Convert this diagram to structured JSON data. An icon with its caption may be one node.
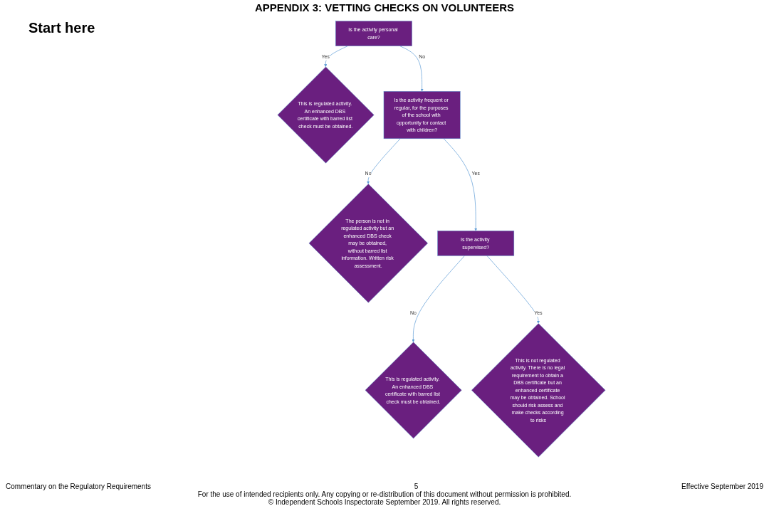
{
  "diagram": {
    "title": "APPENDIX 3: VETTING CHECKS ON VOLUNTEERS",
    "nodes": [
      {
        "text": [
          "Is the activity personal care?"
        ]
      },
      {
        "text": [
          "This is regulated activity. An enhanced DBS certificate with barred list check must be obtained."
        ]
      },
      {
        "text": [
          "Is the activity frequent or regular, for the purposes of the school with opportunity for contact with children?"
        ]
      },
      {
        "text": [
          "The person is not in regulated activity but an enhanced DBS check may be obtained, without barred list information. Written risk assessment."
        ]
      },
      {
        "text": [
          "Is the activity supervised?"
        ]
      },
      {
        "text": [
          "This is regulated activity. An enhanced DBS certificate with barred list check must be obtained."
        ]
      },
      {
        "text": [
          "This is not regulated activity. There is no legal requirement to obtain a DBS certificate but an enhanced certificate may be obtained. School should risk assess and make checks according to risks"
        ]
      }
    ],
    "edges": [
      {
        "from": 0,
        "to": 1,
        "label": "Yes",
        "arrow": "to"
      },
      {
        "from": 0,
        "to": 2,
        "label": "No",
        "arrow": "to"
      },
      {
        "from": 2,
        "to": 3,
        "label": "No",
        "arrow": "to"
      },
      {
        "from": 2,
        "to": 4,
        "label": "Yes",
        "arrow": "to"
      },
      {
        "from": 4,
        "to": 5,
        "label": "No",
        "arrow": "to"
      },
      {
        "from": 4,
        "to": 6,
        "label": "Yes",
        "arrow": "to"
      }
    ],
    "labels": [
      "Start here",
      "Commentary on the Regulatory Requirements",
      "5",
      "Effective September 2019",
      "For the use of intended recipients only. Any copying or re-distribution of this document without permission is prohibited.",
      "© Independent Schools Inspectorate September 2019.  All rights reserved."
    ]
  }
}
